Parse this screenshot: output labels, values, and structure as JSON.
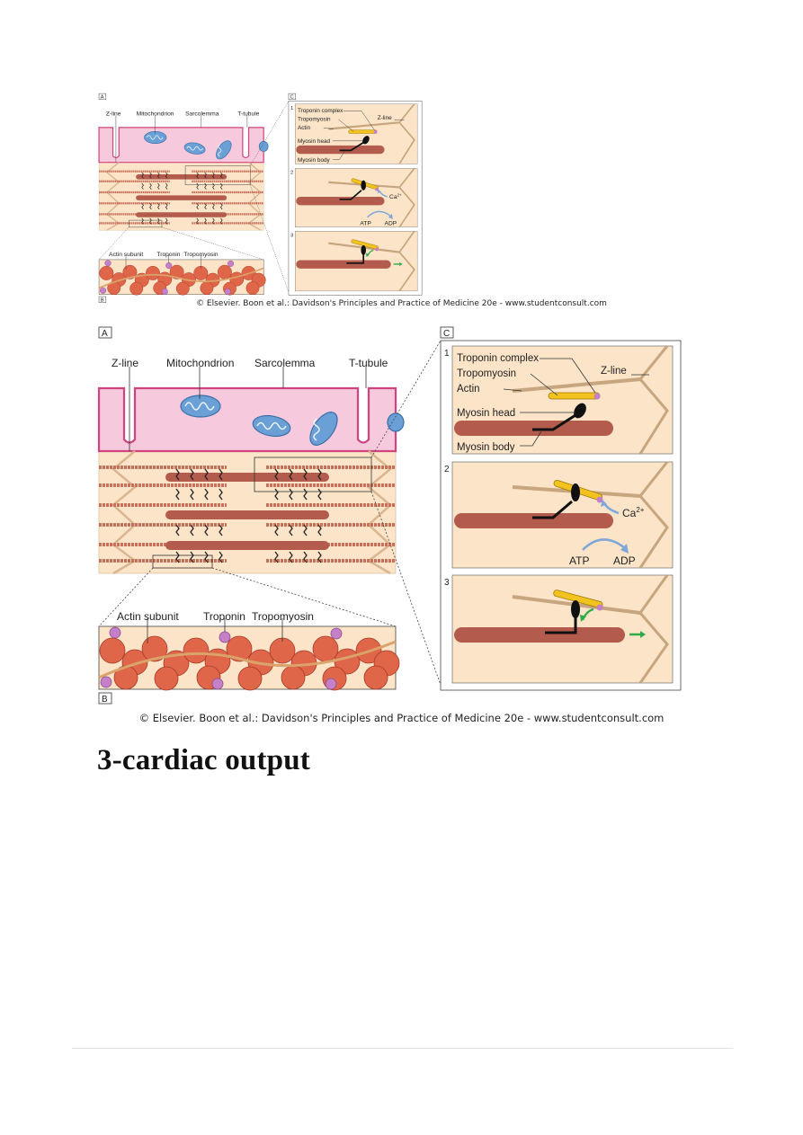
{
  "figure_labels": {
    "panel_a": "A",
    "panel_b": "B",
    "panel_c": "C",
    "z_line": "Z-line",
    "mitochondrion": "Mitochondrion",
    "sarcolemma": "Sarcolemma",
    "t_tubule": "T-tubule",
    "actin_subunit": "Actin subunit",
    "troponin": "Troponin",
    "tropomyosin": "Tropomyosin",
    "step_1": "1",
    "step_2": "2",
    "step_3": "3",
    "troponin_complex": "Troponin complex",
    "tropomyosin_c": "Tropomyosin",
    "actin": "Actin",
    "myosin_head": "Myosin head",
    "myosin_body": "Myosin body",
    "z_line_c": "Z-line",
    "calcium": "Ca",
    "calcium_charge": "2+",
    "atp": "ATP",
    "adp": "ADP"
  },
  "caption": "© Elsevier. Boon et al.: Davidson's Principles and Practice of Medicine 20e - www.studentconsult.com",
  "heading": "3-cardiac output",
  "colors": {
    "membrane": "#f6c9dc",
    "membrane_edge": "#d0447f",
    "cell_bg": "#fbe4c8",
    "actin_red": "#e0664a",
    "myosin": "#b35c4e",
    "troponin": "#c680c8",
    "tropomyosin_yellow": "#f2c21e",
    "mito_blue": "#6aa0d6",
    "arrow_green": "#2eaa4a",
    "arrow_blue": "#7ea6d8"
  }
}
